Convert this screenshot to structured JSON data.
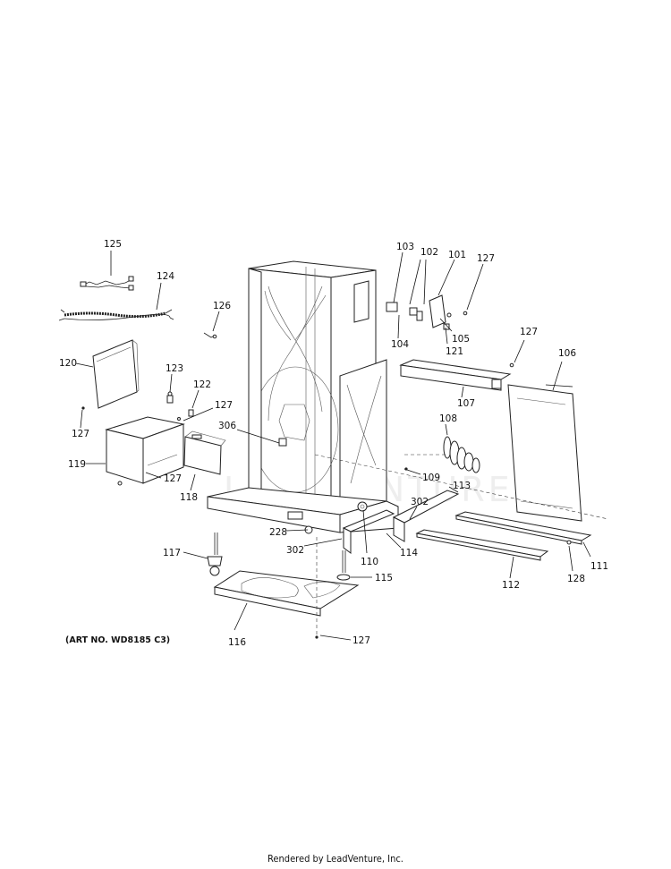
{
  "diagram": {
    "art_number": "(ART NO. WD8185 C3)",
    "watermark": "LEADVENTURES",
    "footer": "Rendered by LeadVenture, Inc.",
    "callouts": {
      "c125": "125",
      "c124": "124",
      "c126": "126",
      "c120": "120",
      "c127a": "127",
      "c123": "123",
      "c122": "122",
      "c127b": "127",
      "c306": "306",
      "c119": "119",
      "c127c": "127",
      "c118": "118",
      "c103": "103",
      "c102": "102",
      "c101": "101",
      "c127d": "127",
      "c104": "104",
      "c121": "121",
      "c105": "105",
      "c127e": "127",
      "c106": "106",
      "c107": "107",
      "c108": "108",
      "c109": "109",
      "c113": "113",
      "c302a": "302",
      "c228": "228",
      "c302b": "302",
      "c117": "117",
      "c110": "110",
      "c114": "114",
      "c115": "115",
      "c116": "116",
      "c127f": "127",
      "c111": "111",
      "c128": "128",
      "c112": "112"
    }
  }
}
